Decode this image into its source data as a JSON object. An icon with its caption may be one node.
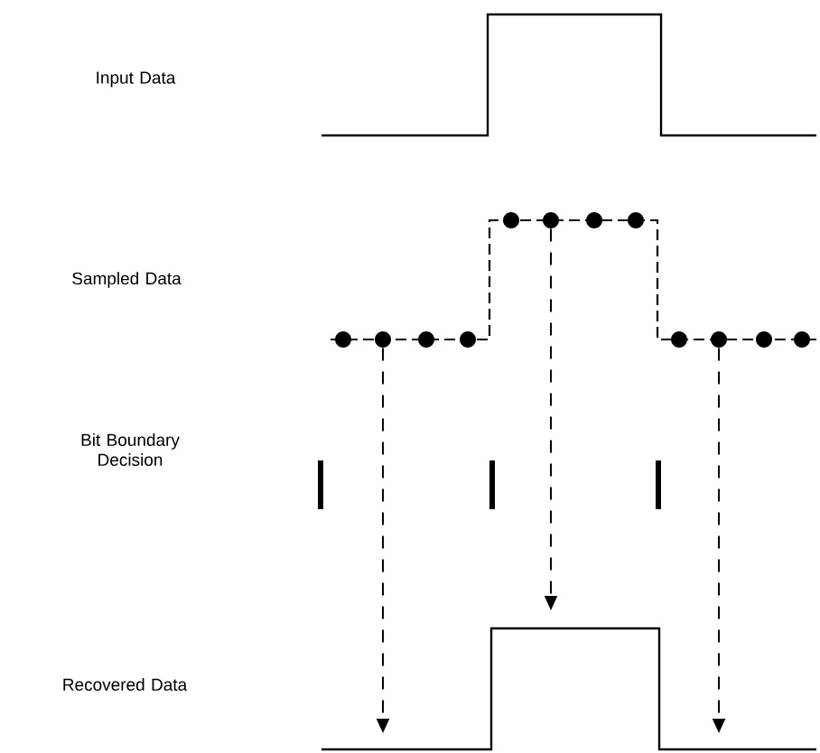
{
  "diagram": {
    "nodes": [
      {
        "text": [],
        "shape": "circle"
      },
      {
        "text": [],
        "shape": "circle"
      },
      {
        "text": [],
        "shape": "circle"
      },
      {
        "text": [],
        "shape": "circle"
      },
      {
        "text": [],
        "shape": "circle"
      },
      {
        "text": [],
        "shape": "circle"
      },
      {
        "text": [],
        "shape": "circle"
      },
      {
        "text": [],
        "shape": "circle"
      },
      {
        "text": [],
        "shape": "circle"
      },
      {
        "text": [],
        "shape": "circle"
      },
      {
        "text": [],
        "shape": "circle"
      },
      {
        "text": [],
        "shape": "circle"
      },
      {
        "text": [],
        "shape": "line"
      }
    ],
    "edges": [
      {
        "from": 1,
        "to": 12,
        "arrow": "to"
      },
      {
        "from": 5,
        "to": 12,
        "arrow": "to"
      },
      {
        "from": 9,
        "to": 12,
        "arrow": "to"
      }
    ],
    "labels": [
      "Input Data",
      "Sampled Data",
      "Bit Boundary Decision",
      "Recovered Data"
    ]
  }
}
